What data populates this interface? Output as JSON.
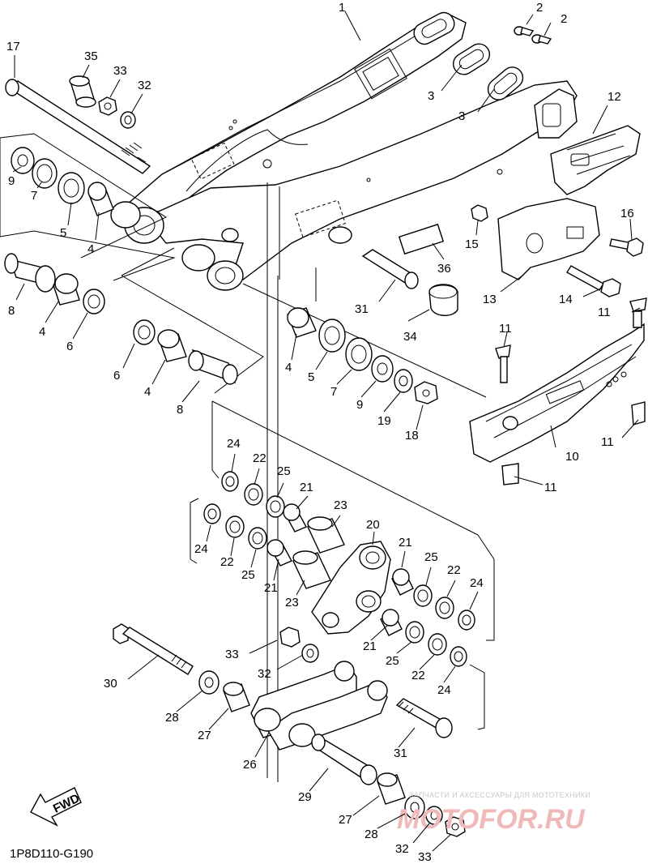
{
  "diagram_code": "1P8D110-G190",
  "fwd_label": "FWD",
  "watermark": {
    "line1": "ЗАПЧАСТИ И АКСЕССУАРЫ ДЛЯ МОТОТЕХНИКИ",
    "brand": "MOTOFOR.RU"
  },
  "callouts": [
    {
      "id": "c1",
      "num": "1"
    },
    {
      "id": "c2a",
      "num": "2"
    },
    {
      "id": "c2b",
      "num": "2"
    },
    {
      "id": "c3a",
      "num": "3"
    },
    {
      "id": "c3b",
      "num": "3"
    },
    {
      "id": "c4a",
      "num": "4"
    },
    {
      "id": "c4b",
      "num": "4"
    },
    {
      "id": "c4c",
      "num": "4"
    },
    {
      "id": "c4d",
      "num": "4"
    },
    {
      "id": "c5a",
      "num": "5"
    },
    {
      "id": "c5b",
      "num": "5"
    },
    {
      "id": "c6a",
      "num": "6"
    },
    {
      "id": "c6b",
      "num": "6"
    },
    {
      "id": "c7a",
      "num": "7"
    },
    {
      "id": "c7b",
      "num": "7"
    },
    {
      "id": "c8a",
      "num": "8"
    },
    {
      "id": "c8b",
      "num": "8"
    },
    {
      "id": "c9a",
      "num": "9"
    },
    {
      "id": "c9b",
      "num": "9"
    },
    {
      "id": "c10",
      "num": "10"
    },
    {
      "id": "c11a",
      "num": "11"
    },
    {
      "id": "c11b",
      "num": "11"
    },
    {
      "id": "c11c",
      "num": "11"
    },
    {
      "id": "c11d",
      "num": "11"
    },
    {
      "id": "c12",
      "num": "12"
    },
    {
      "id": "c13",
      "num": "13"
    },
    {
      "id": "c14",
      "num": "14"
    },
    {
      "id": "c15",
      "num": "15"
    },
    {
      "id": "c16",
      "num": "16"
    },
    {
      "id": "c17",
      "num": "17"
    },
    {
      "id": "c18",
      "num": "18"
    },
    {
      "id": "c19",
      "num": "19"
    },
    {
      "id": "c20",
      "num": "20"
    },
    {
      "id": "c21a",
      "num": "21"
    },
    {
      "id": "c21b",
      "num": "21"
    },
    {
      "id": "c21c",
      "num": "21"
    },
    {
      "id": "c21d",
      "num": "21"
    },
    {
      "id": "c22a",
      "num": "22"
    },
    {
      "id": "c22b",
      "num": "22"
    },
    {
      "id": "c22c",
      "num": "22"
    },
    {
      "id": "c22d",
      "num": "22"
    },
    {
      "id": "c23a",
      "num": "23"
    },
    {
      "id": "c23b",
      "num": "23"
    },
    {
      "id": "c24a",
      "num": "24"
    },
    {
      "id": "c24b",
      "num": "24"
    },
    {
      "id": "c24c",
      "num": "24"
    },
    {
      "id": "c24d",
      "num": "24"
    },
    {
      "id": "c25a",
      "num": "25"
    },
    {
      "id": "c25b",
      "num": "25"
    },
    {
      "id": "c25c",
      "num": "25"
    },
    {
      "id": "c25d",
      "num": "25"
    },
    {
      "id": "c26",
      "num": "26"
    },
    {
      "id": "c27a",
      "num": "27"
    },
    {
      "id": "c27b",
      "num": "27"
    },
    {
      "id": "c28a",
      "num": "28"
    },
    {
      "id": "c28b",
      "num": "28"
    },
    {
      "id": "c29",
      "num": "29"
    },
    {
      "id": "c30",
      "num": "30"
    },
    {
      "id": "c31a",
      "num": "31"
    },
    {
      "id": "c31b",
      "num": "31"
    },
    {
      "id": "c32a",
      "num": "32"
    },
    {
      "id": "c32b",
      "num": "32"
    },
    {
      "id": "c32c",
      "num": "32"
    },
    {
      "id": "c33a",
      "num": "33"
    },
    {
      "id": "c33b",
      "num": "33"
    },
    {
      "id": "c33c",
      "num": "33"
    },
    {
      "id": "c34",
      "num": "34"
    },
    {
      "id": "c35",
      "num": "35"
    },
    {
      "id": "c36",
      "num": "36"
    }
  ]
}
